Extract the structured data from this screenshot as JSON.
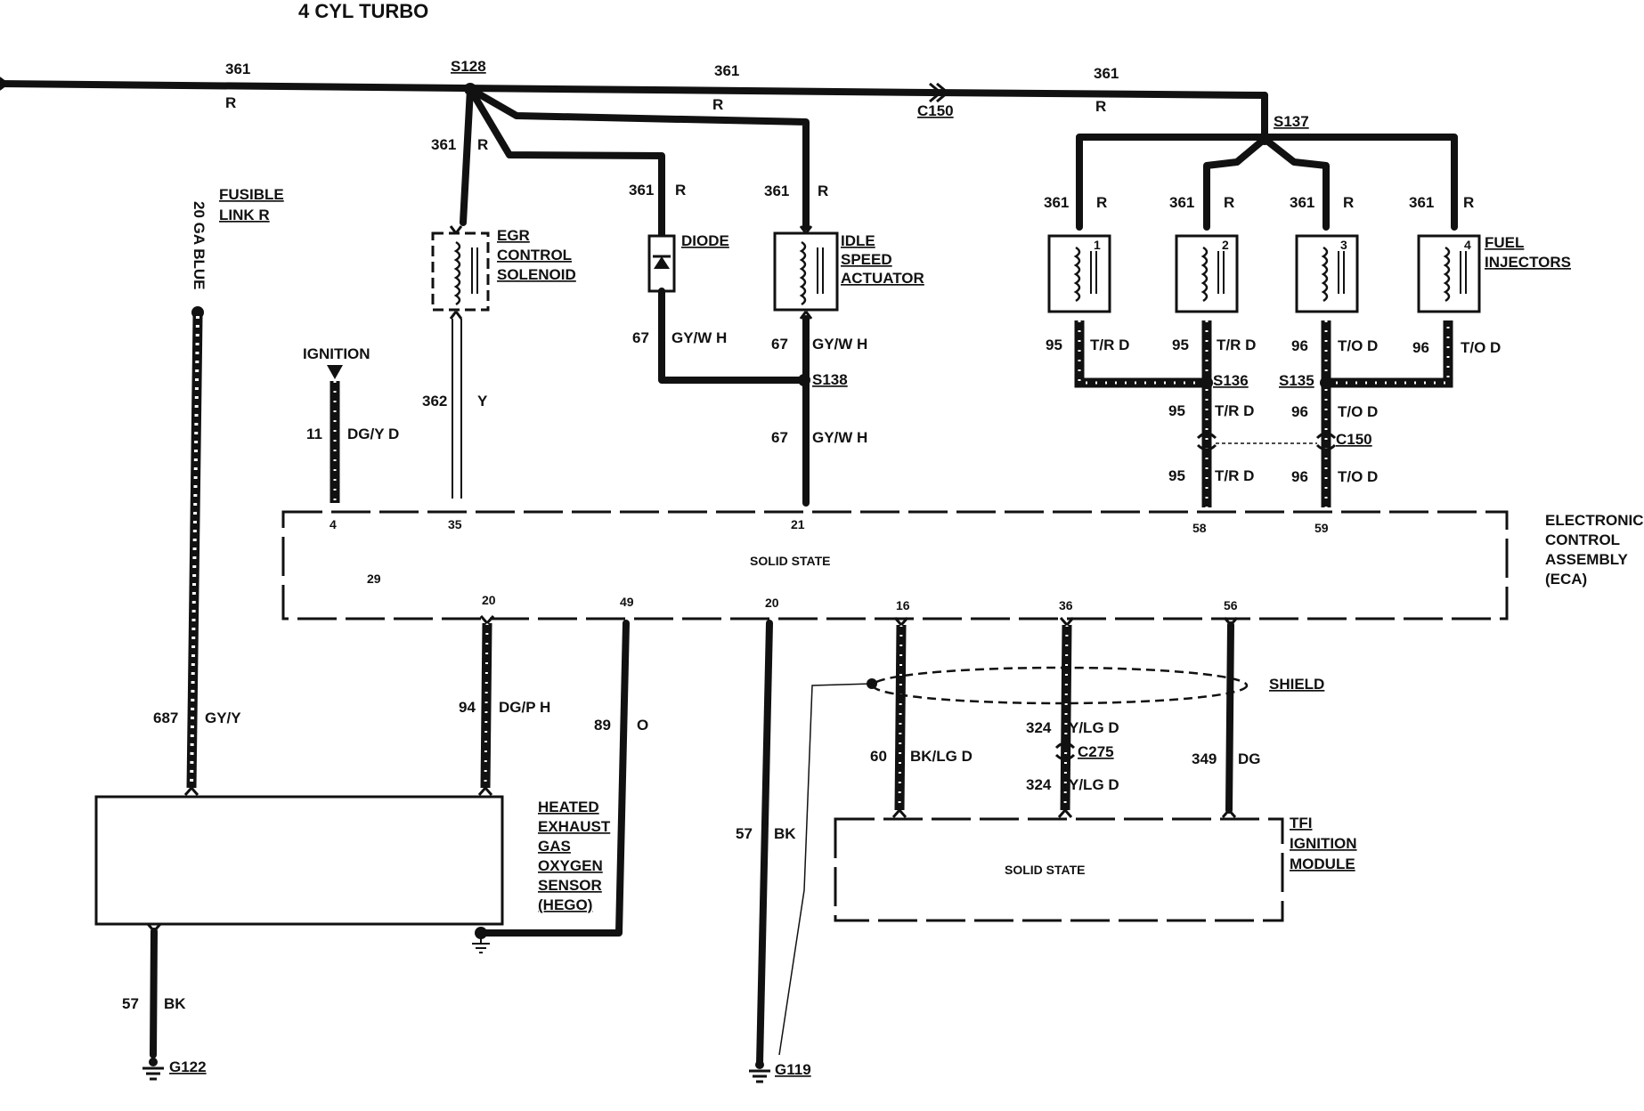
{
  "title": "4 CYL TURBO",
  "splices": {
    "s128": "S128",
    "s137": "S137",
    "s138": "S138",
    "s136": "S136",
    "s135": "S135"
  },
  "connectors": {
    "c150_top": "C150",
    "c150_mid": "C150",
    "c275": "C275"
  },
  "grounds": {
    "g122": "G122",
    "g119": "G119"
  },
  "wires": {
    "main_top_left": {
      "num": "361",
      "color": "R"
    },
    "main_top_mid": {
      "num": "361",
      "color": "R"
    },
    "main_top_right": {
      "num": "361",
      "color": "R"
    },
    "branch_r": {
      "color": "R"
    },
    "egr_feed": {
      "num": "361",
      "color": "R"
    },
    "diode_feed": {
      "num": "361",
      "color": "R"
    },
    "isa_feed": {
      "num": "361",
      "color": "R"
    },
    "inj1_feed": {
      "num": "361",
      "color": "R"
    },
    "inj2_feed": {
      "num": "361",
      "color": "R"
    },
    "inj3_feed": {
      "num": "361",
      "color": "R"
    },
    "inj4_feed": {
      "num": "361",
      "color": "R"
    },
    "diode_out": {
      "num": "67",
      "color": "GY/W H"
    },
    "isa_out": {
      "num": "67",
      "color": "GY/W H"
    },
    "ecu_21": {
      "num": "67",
      "color": "GY/W H"
    },
    "egr_out": {
      "num": "362",
      "color": "Y"
    },
    "ignition_w": {
      "num": "11",
      "color": "DG/Y D"
    },
    "inj1_out": {
      "num": "95",
      "color": "T/R D"
    },
    "inj2_out": {
      "num": "95",
      "color": "T/R D"
    },
    "inj3_out": {
      "num": "96",
      "color": "T/O D"
    },
    "inj4_out": {
      "num": "96",
      "color": "T/O D"
    },
    "w95_a": {
      "num": "95",
      "color": "T/R D"
    },
    "w96_a": {
      "num": "96",
      "color": "T/O D"
    },
    "w95_b": {
      "num": "95",
      "color": "T/R D"
    },
    "w96_b": {
      "num": "96",
      "color": "T/O D"
    },
    "fusible_w": {
      "num": "687",
      "color": "GY/Y"
    },
    "hego_sig": {
      "num": "94",
      "color": "DG/P H"
    },
    "hego_gnd": {
      "num": "89",
      "color": "O"
    },
    "ecu_gnd": {
      "num": "57",
      "color": "BK"
    },
    "tfi_16": {
      "num": "60",
      "color": "BK/LG D"
    },
    "tfi_36a": {
      "num": "324",
      "color": "Y/LG D"
    },
    "tfi_36b": {
      "num": "324",
      "color": "Y/LG D"
    },
    "tfi_56": {
      "num": "349",
      "color": "DG"
    },
    "hego_case": {
      "num": "57",
      "color": "BK"
    }
  },
  "fusible_link": {
    "gauge": "20 GA BLUE",
    "line1": "FUSIBLE",
    "line2": "LINK R"
  },
  "ignition": "IGNITION",
  "components": {
    "egr": [
      "EGR",
      "CONTROL",
      "SOLENOID"
    ],
    "diode": "DIODE",
    "isa": [
      "IDLE",
      "SPEED",
      "ACTUATOR"
    ],
    "injectors": [
      "FUEL",
      "INJECTORS"
    ],
    "injector_nums": [
      "1",
      "2",
      "3",
      "4"
    ],
    "eca": [
      "ELECTRONIC",
      "CONTROL",
      "ASSEMBLY",
      "(ECA)"
    ],
    "eca_inner": "SOLID STATE",
    "hego": [
      "HEATED",
      "EXHAUST",
      "GAS",
      "OXYGEN",
      "SENSOR",
      "(HEGO)"
    ],
    "tfi": [
      "TFI",
      "IGNITION",
      "MODULE"
    ],
    "tfi_inner": "SOLID STATE",
    "shield": "SHIELD"
  },
  "eca_pins": {
    "top": [
      "4",
      "35",
      "21",
      "58",
      "59"
    ],
    "pin29": "29",
    "bottom": [
      "20",
      "49",
      "20",
      "16",
      "36",
      "56"
    ]
  }
}
